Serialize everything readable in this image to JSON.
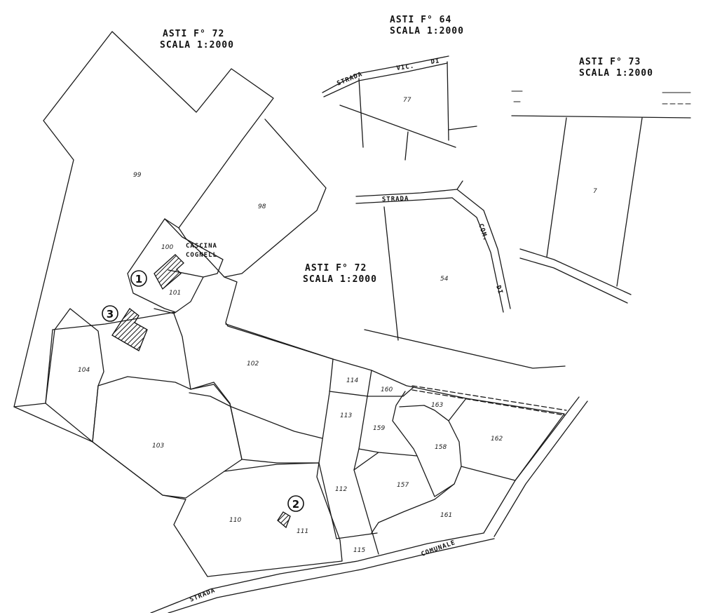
{
  "headers": {
    "f72_top": {
      "line1": "ASTI F° 72",
      "line2": "SCALA 1:2000"
    },
    "f64": {
      "line1": "ASTI F° 64",
      "line2": "SCALA 1:2000"
    },
    "f73": {
      "line1": "ASTI F° 73",
      "line2": "SCALA 1:2000"
    },
    "f72_mid": {
      "line1": "ASTI F° 72",
      "line2": "SCALA 1:2000"
    }
  },
  "parcels": {
    "p99": "99",
    "p98": "98",
    "p100": "100",
    "p101": "101",
    "p102": "102",
    "p103": "103",
    "p104": "104",
    "p110": "110",
    "p111": "111",
    "p112": "112",
    "p113": "113",
    "p114": "114",
    "p115": "115",
    "p157": "157",
    "p158": "158",
    "p159": "159",
    "p160": "160",
    "p161": "161",
    "p162": "162",
    "p163": "163",
    "p54": "54",
    "p77": "77",
    "p7": "7"
  },
  "roads": {
    "strada_vic": "STRADA",
    "vic": "VIC.",
    "di_top": "DI",
    "strada_mid": "STRADA",
    "com": "COM.",
    "di_mid": "DI",
    "strada_bottom": "STRADA",
    "comunale": "COMUNALE"
  },
  "places": {
    "cascina_1": "CASCINA",
    "cascina_2": "COGNELL"
  },
  "markers": {
    "m1": "1",
    "m2": "2",
    "m3": "3"
  }
}
